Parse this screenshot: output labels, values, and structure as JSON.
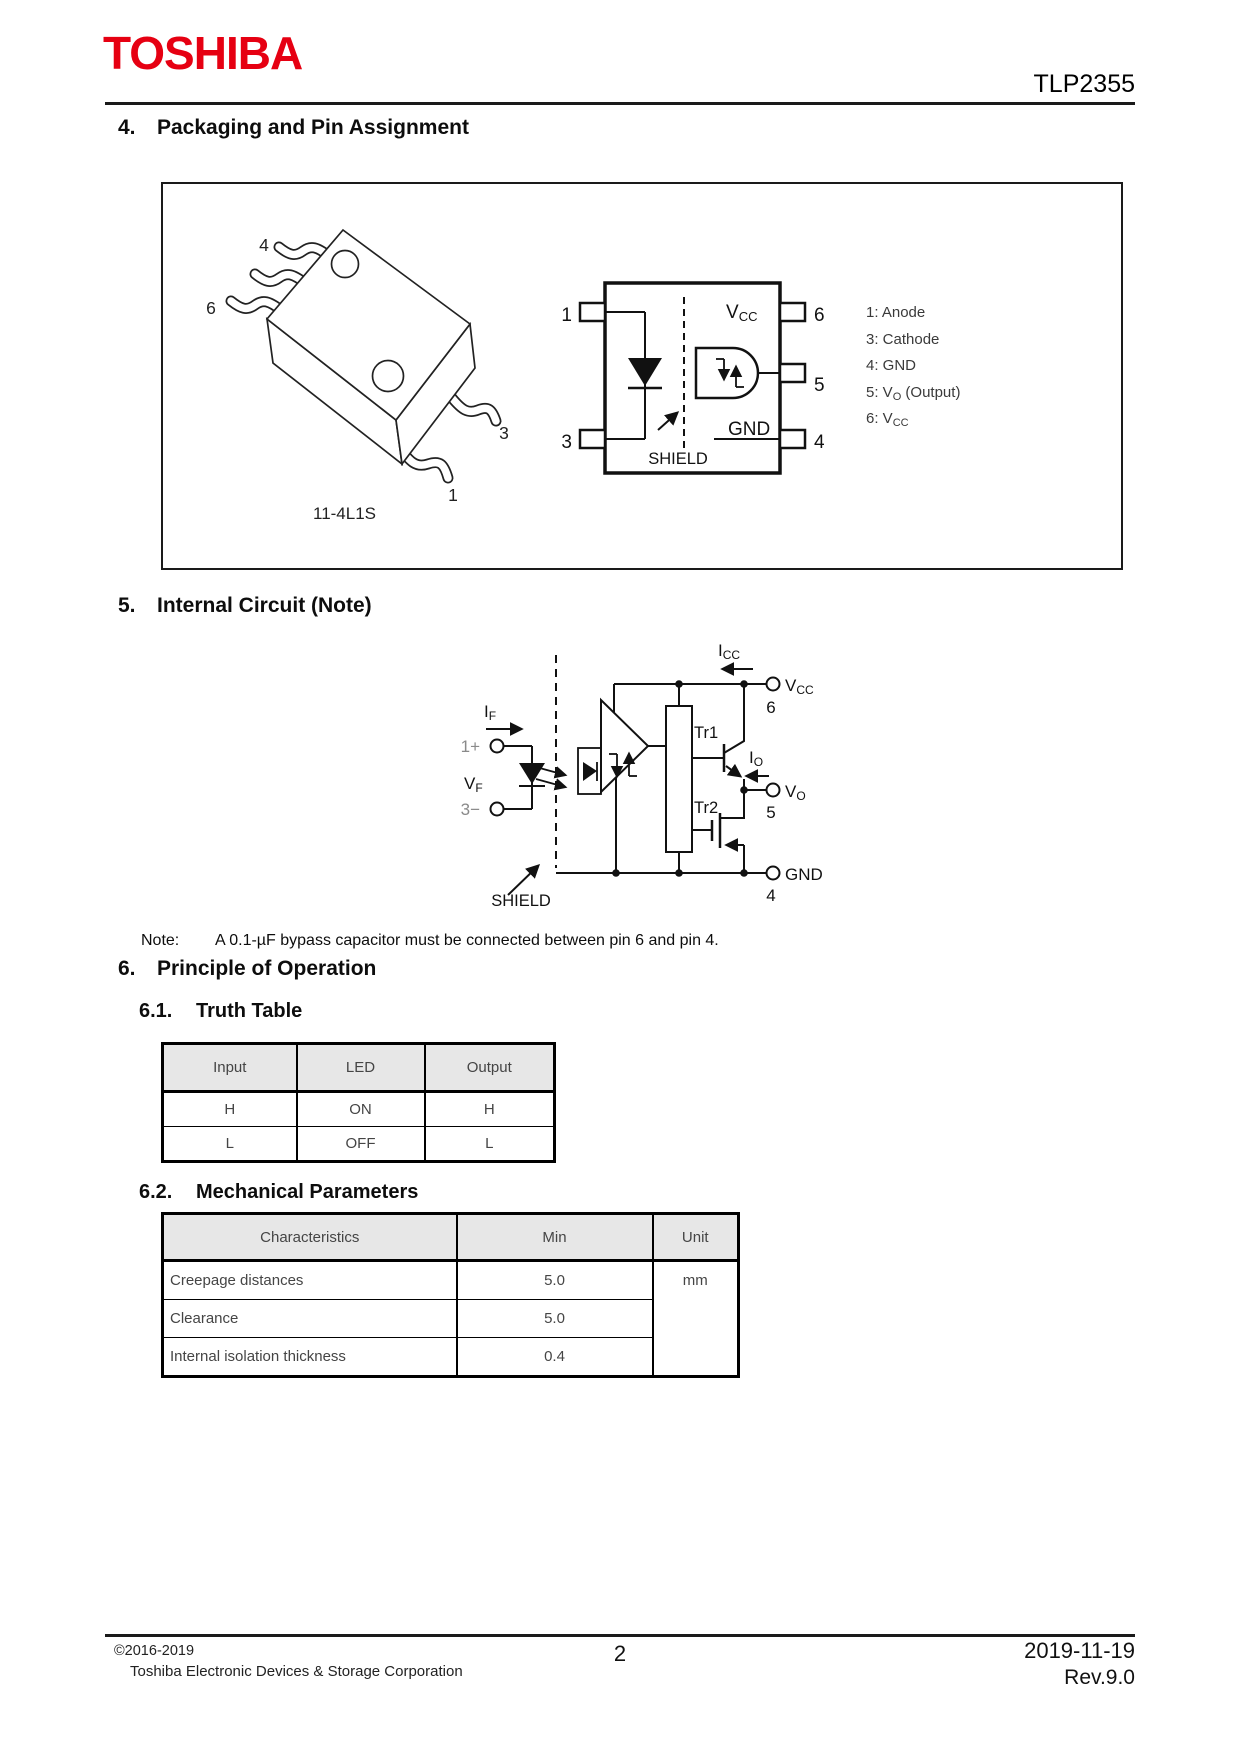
{
  "header": {
    "logo_text": "TOSHIBA",
    "part_number": "TLP2355"
  },
  "section4": {
    "number": "4.",
    "title": "Packaging and Pin Assignment"
  },
  "section5": {
    "number": "5.",
    "title": "Internal Circuit (Note)"
  },
  "section6": {
    "number": "6.",
    "title": "Principle of Operation"
  },
  "section61": {
    "number": "6.1.",
    "title": "Truth Table"
  },
  "section62": {
    "number": "6.2.",
    "title": "Mechanical Parameters"
  },
  "package": {
    "name": "11-4L1S",
    "iso": {
      "pin4": "4",
      "pin6": "6",
      "pin3": "3",
      "pin1": "1"
    },
    "diagram": {
      "pin1": "1",
      "pin3": "3",
      "pin4": "4",
      "pin5": "5",
      "pin6": "6",
      "vcc_base": "V",
      "vcc_sub": "CC",
      "gnd": "GND",
      "shield": "SHIELD"
    },
    "legend": [
      {
        "pre": "1: Anode",
        "sub": "",
        "post": ""
      },
      {
        "pre": "3: Cathode",
        "sub": "",
        "post": ""
      },
      {
        "pre": "4: GND",
        "sub": "",
        "post": ""
      },
      {
        "pre": "5: V",
        "sub": "O",
        "post": " (Output)"
      },
      {
        "pre": "6: V",
        "sub": "CC",
        "post": ""
      }
    ]
  },
  "circuit": {
    "if_base": "I",
    "if_sub": "F",
    "vf_base": "V",
    "vf_sub": "F",
    "icc_base": "I",
    "icc_sub": "CC",
    "io_base": "I",
    "io_sub": "O",
    "vcc_base": "V",
    "vcc_sub": "CC",
    "vo_base": "V",
    "vo_sub": "O",
    "gnd": "GND",
    "shield": "SHIELD",
    "tr1": "Tr1",
    "tr2": "Tr2",
    "pin1": "1+",
    "pin3": "3−",
    "pin4": "4",
    "pin5": "5",
    "pin6": "6"
  },
  "note": {
    "label": "Note:",
    "text": "A 0.1-µF bypass capacitor must be connected between pin 6 and pin 4."
  },
  "truth_table": {
    "headers": [
      "Input",
      "LED",
      "Output"
    ],
    "rows": [
      [
        "H",
        "ON",
        "H"
      ],
      [
        "L",
        "OFF",
        "L"
      ]
    ]
  },
  "mech_table": {
    "headers": [
      "Characteristics",
      "Min",
      "Unit"
    ],
    "rows": [
      {
        "name": "Creepage distances",
        "min": "5.0"
      },
      {
        "name": "Clearance",
        "min": "5.0"
      },
      {
        "name": "Internal isolation thickness",
        "min": "0.4"
      }
    ],
    "unit": "mm"
  },
  "footer": {
    "copyright": "©2016-2019",
    "company": "Toshiba Electronic Devices & Storage Corporation",
    "page_number": "2",
    "date": "2019-11-19",
    "revision": "Rev.9.0"
  }
}
